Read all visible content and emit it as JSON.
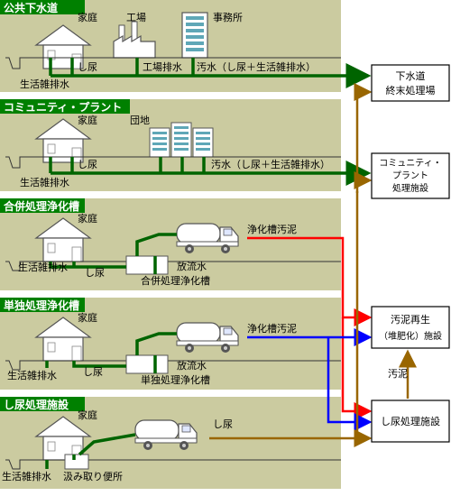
{
  "sections": [
    {
      "title": "公共下水道",
      "house_label": "家庭",
      "factory_label": "工場",
      "office_label": "事務所",
      "labels": {
        "urine": "し尿",
        "factory_drain": "工場排水",
        "sewage": "汚水（し尿＋生活雑排水）",
        "gray": "生活雑排水"
      }
    },
    {
      "title": "コミュニティ・プラント",
      "house_label": "家庭",
      "complex_label": "団地",
      "labels": {
        "urine": "し尿",
        "sewage": "汚水（し尿＋生活雑排水）",
        "gray": "生活雑排水"
      }
    },
    {
      "title": "合併処理浄化槽",
      "house_label": "家庭",
      "labels": {
        "gray": "生活雑排水",
        "urine": "し尿",
        "discharge": "放流水",
        "tank": "合併処理浄化槽",
        "sludge": "浄化槽汚泥"
      }
    },
    {
      "title": "単独処理浄化槽",
      "house_label": "家庭",
      "labels": {
        "gray": "生活雑排水",
        "urine": "し尿",
        "discharge": "放流水",
        "tank": "単独処理浄化槽",
        "sludge": "浄化槽汚泥"
      }
    },
    {
      "title": "し尿処理施設",
      "house_label": "家庭",
      "labels": {
        "gray": "生活雑排水",
        "toilet": "汲み取り便所",
        "urine": "し尿"
      }
    }
  ],
  "facilities": {
    "sewage_plant": [
      "下水道",
      "終末処理場"
    ],
    "community_plant": [
      "コミュニティ・",
      "プラント",
      "処理施設"
    ],
    "sludge_recycle": [
      "汚泥再生",
      "（堆肥化）施設"
    ],
    "night_soil": "し尿処理施設",
    "return_label": "汚泥"
  },
  "colors": {
    "panel": "#cbcba0",
    "title_bg": "#008000",
    "pipe": "#006400",
    "red": "#ff0000",
    "blue": "#0000ff",
    "brown": "#996600"
  }
}
